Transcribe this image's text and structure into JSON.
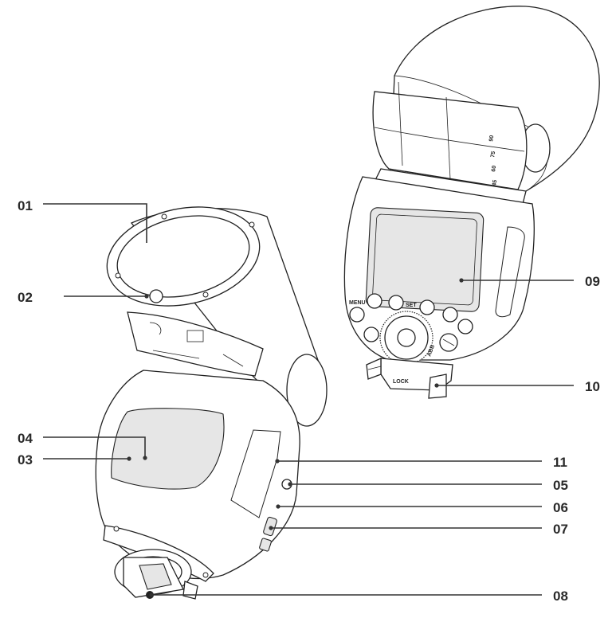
{
  "callouts": [
    {
      "id": "01"
    },
    {
      "id": "02"
    },
    {
      "id": "03"
    },
    {
      "id": "04"
    },
    {
      "id": "05"
    },
    {
      "id": "06"
    },
    {
      "id": "07"
    },
    {
      "id": "08"
    },
    {
      "id": "09"
    },
    {
      "id": "10"
    },
    {
      "id": "11"
    }
  ],
  "device_markings": {
    "menu": "MENU",
    "set": "SET",
    "lock": "LOCK",
    "mode": "ABB",
    "scale": [
      "45",
      "60",
      "75",
      "90"
    ]
  }
}
